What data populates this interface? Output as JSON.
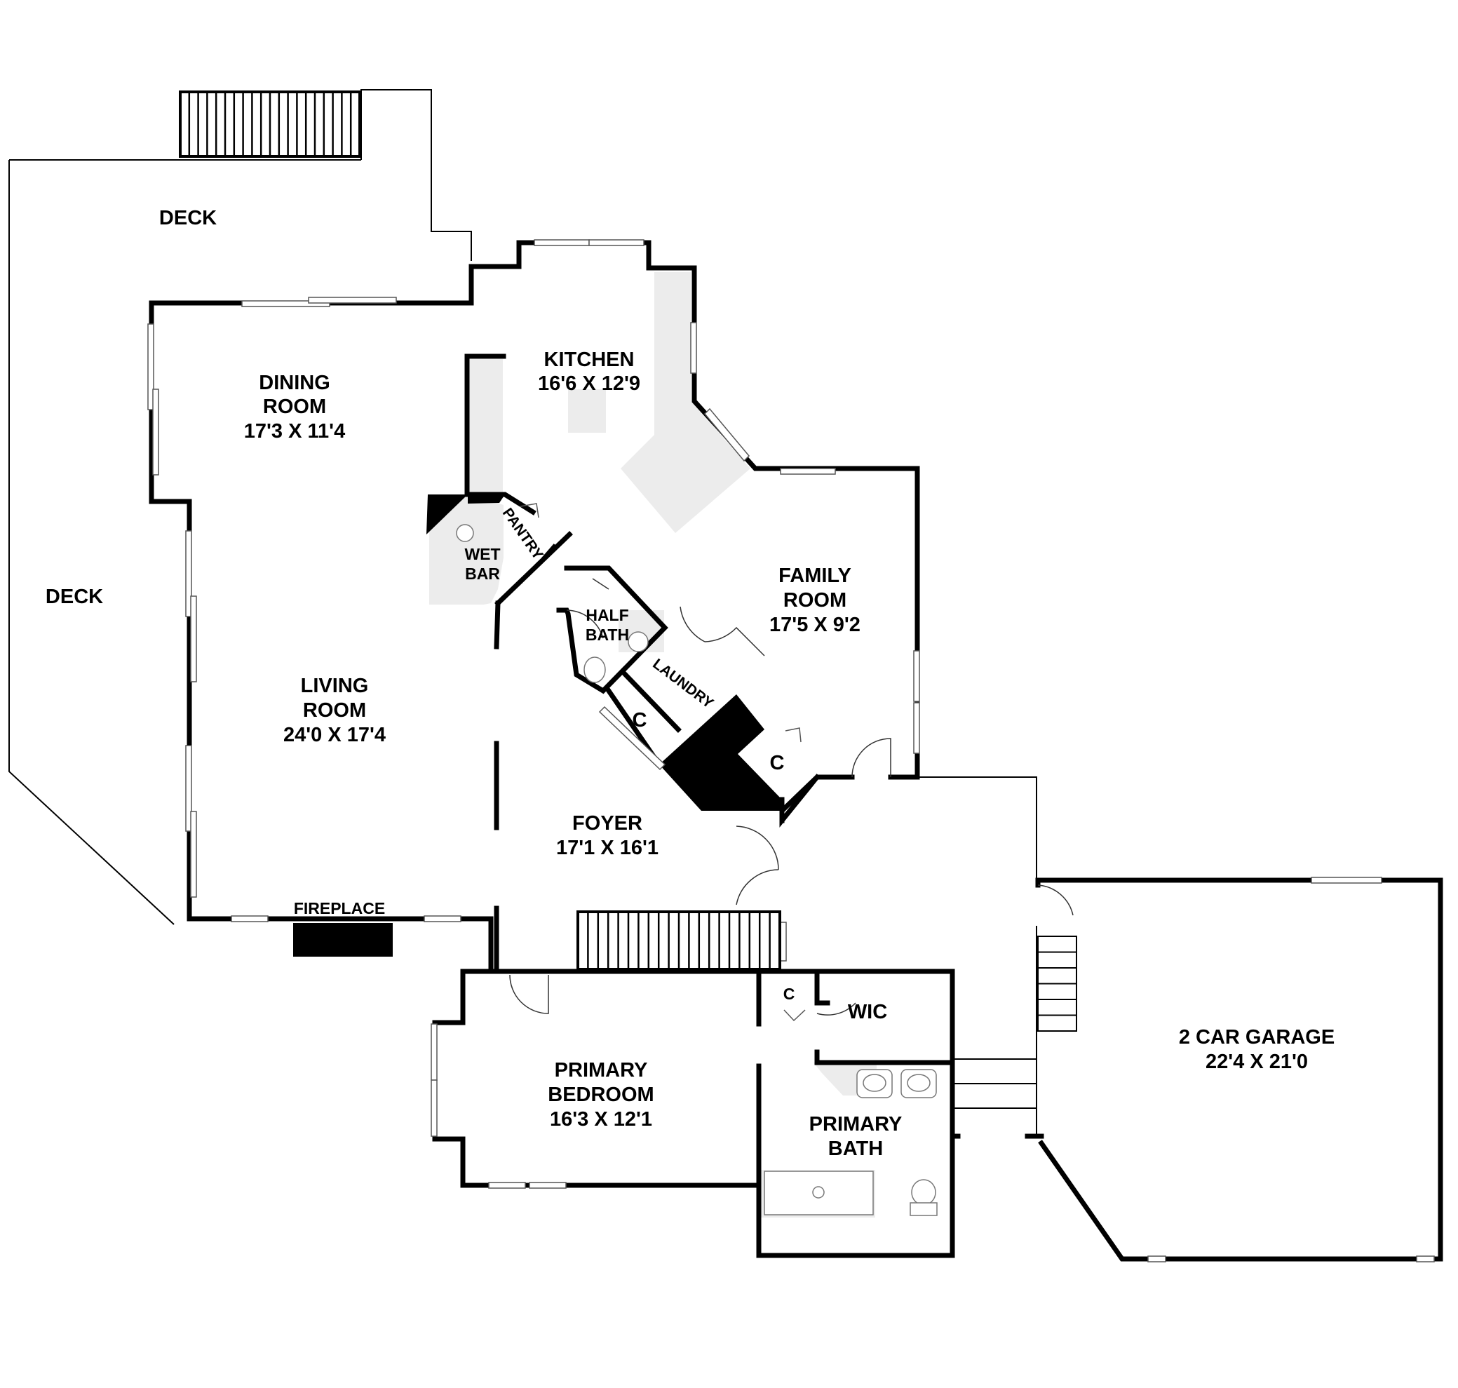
{
  "rooms": {
    "deck_top": {
      "name": "DECK"
    },
    "deck_left": {
      "name": "DECK"
    },
    "kitchen": {
      "name": "KITCHEN",
      "size": "16'6 X 12'9"
    },
    "dining": {
      "name_line1": "DINING",
      "name_line2": "ROOM",
      "size": "17'3 X 11'4"
    },
    "living": {
      "name_line1": "LIVING",
      "name_line2": "ROOM",
      "size": "24'0 X 17'4"
    },
    "family": {
      "name_line1": "FAMILY",
      "name_line2": "ROOM",
      "size": "17'5 X 9'2"
    },
    "foyer": {
      "name": "FOYER",
      "size": "17'1 X 16'1"
    },
    "primary_bedroom": {
      "name_line1": "PRIMARY",
      "name_line2": "BEDROOM",
      "size": "16'3 X 12'1"
    },
    "primary_bath": {
      "name_line1": "PRIMARY",
      "name_line2": "BATH"
    },
    "garage": {
      "name": "2 CAR GARAGE",
      "size": "22'4 X 21'0"
    },
    "wet_bar": {
      "name_line1": "WET",
      "name_line2": "BAR"
    },
    "pantry": {
      "name": "PANTRY"
    },
    "half_bath": {
      "name_line1": "HALF",
      "name_line2": "BATH"
    },
    "laundry": {
      "name": "LAUNDRY"
    },
    "closet_a": {
      "name": "C"
    },
    "closet_b": {
      "name": "C"
    },
    "closet_c": {
      "name": "C"
    },
    "wic": {
      "name": "WIC"
    }
  },
  "features": {
    "fireplace": {
      "name": "FIREPLACE"
    }
  },
  "colors": {
    "wall": "#000000",
    "floor_fill": "#ececec",
    "background": "#ffffff"
  }
}
